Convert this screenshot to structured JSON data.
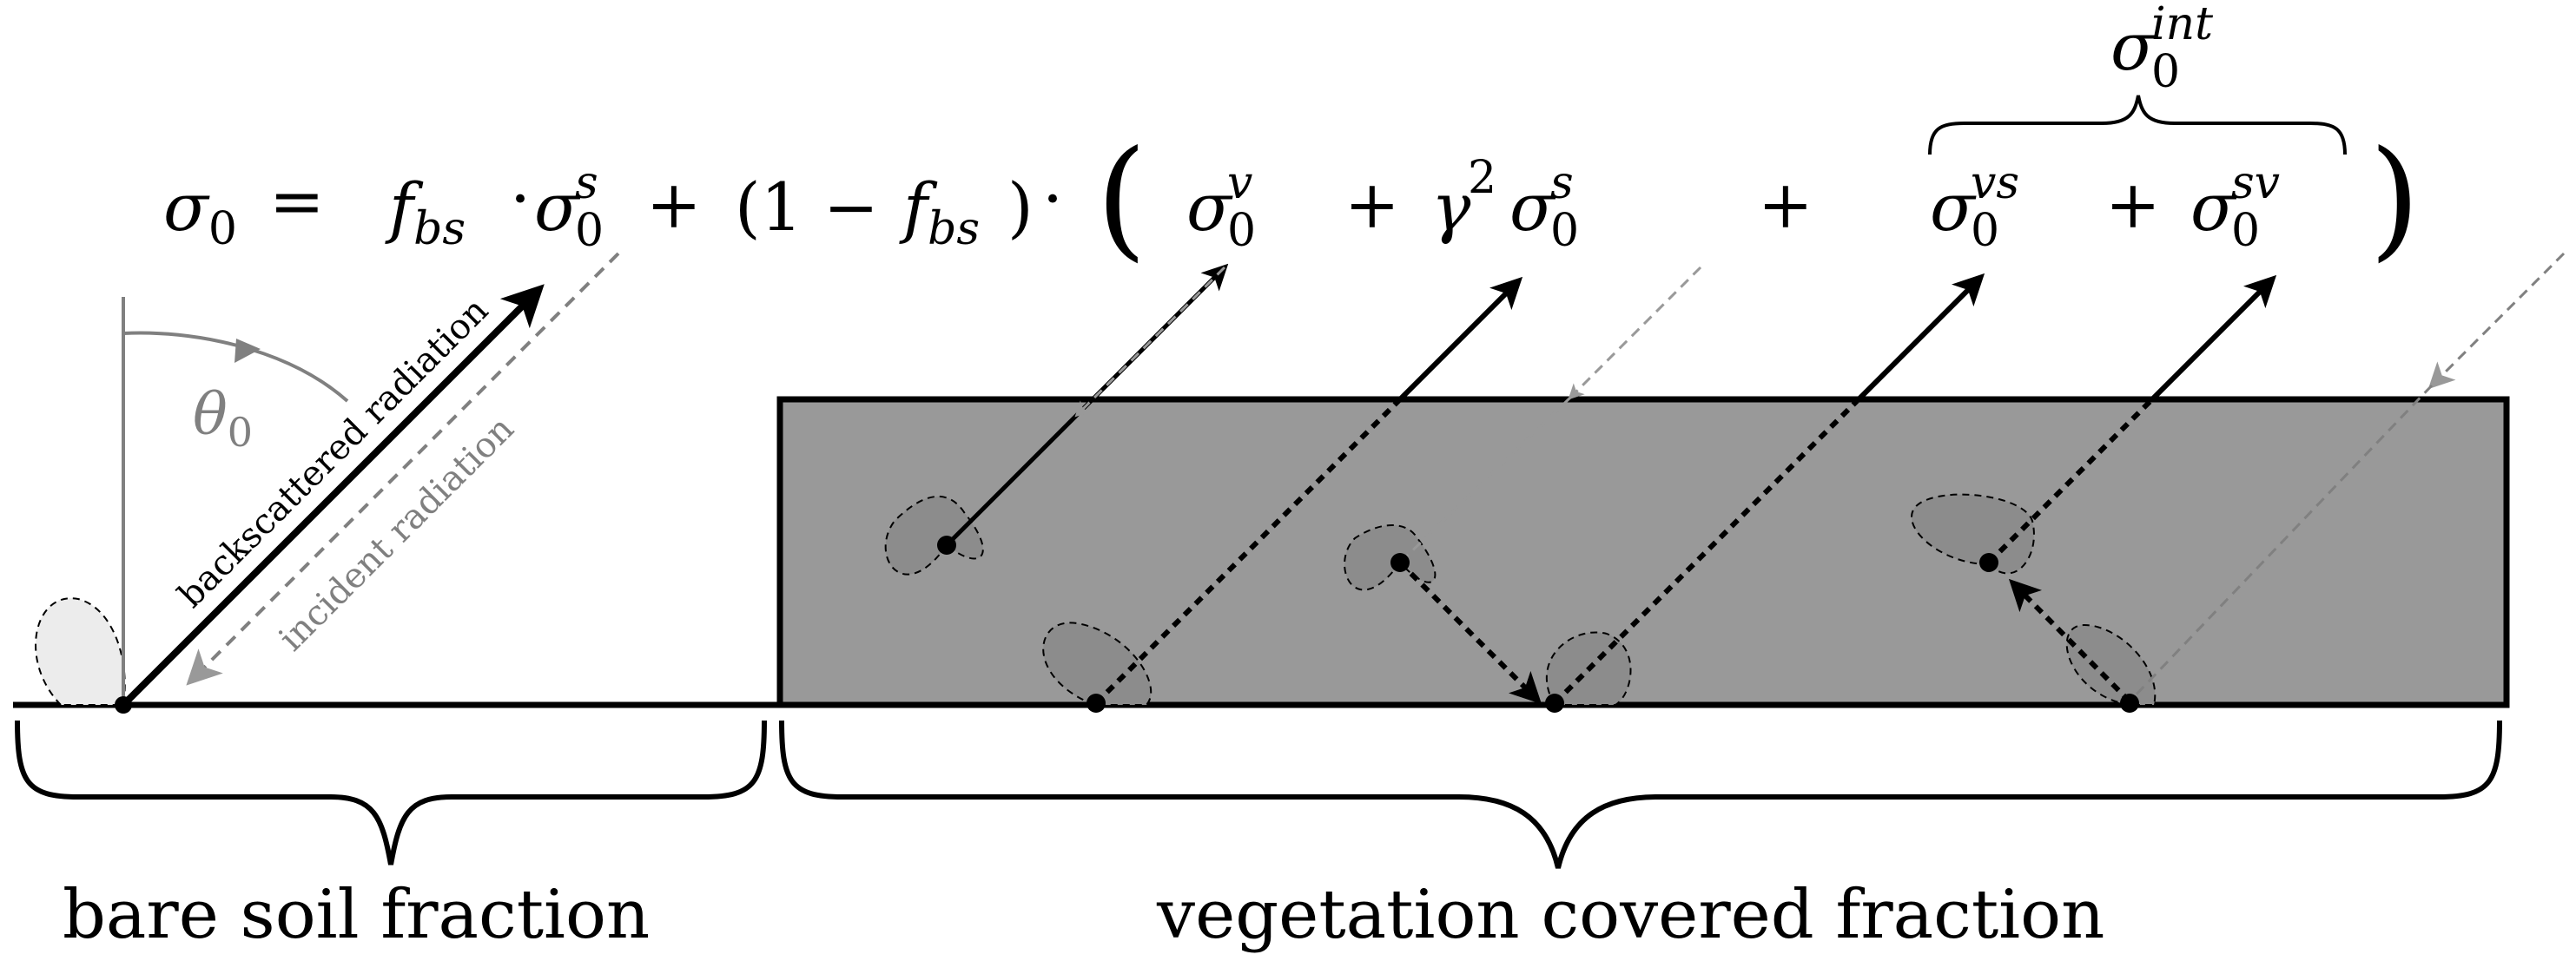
{
  "equation": {
    "lhs": "σ",
    "lhs_sub": "0",
    "equals": "=",
    "f": "f",
    "f_sub": "bs",
    "dot": "·",
    "sigma": "σ",
    "sub0": "0",
    "sup_s": "s",
    "sup_v": "v",
    "sup_vs": "vs",
    "sup_sv": "sv",
    "sup_int": "int",
    "plus": "+",
    "paren_open": "(1 −",
    "paren_close": ")",
    "gamma": "γ",
    "gamma_sup": "2",
    "big_open": "(",
    "big_close": ")"
  },
  "angle_label": "θ",
  "angle_sub": "0",
  "backscatter_label": "backscattered radiation",
  "incident_label": "incident radiation",
  "bare_label": "bare soil fraction",
  "vegetation_label": "vegetation covered fraction",
  "colors": {
    "vegetation_fill": "#999999",
    "incident": "#808080",
    "lobe_bare": "#ececec"
  }
}
